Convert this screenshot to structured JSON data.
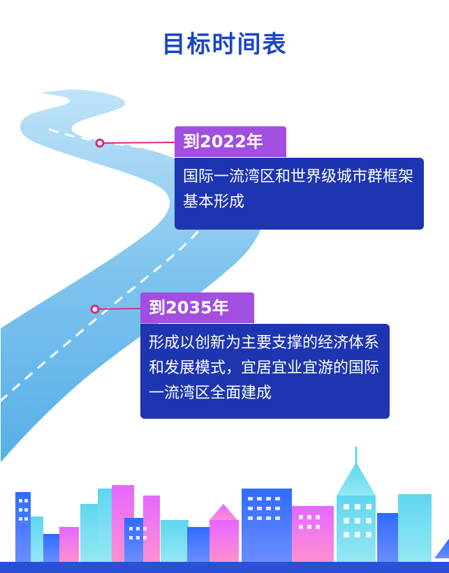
{
  "header": {
    "title": "目标时间表"
  },
  "milestones": [
    {
      "year_label": "到2022年",
      "description": "国际一流湾区和世界级城市群框架基本形成"
    },
    {
      "year_label": "到2035年",
      "description": "形成以创新为主要支撑的经济体系和发展模式，宜居宜业宜游的国际一流湾区全面建成"
    }
  ],
  "colors": {
    "title": "#1a45c4",
    "year_tag": "#a24ee0",
    "description_box": "#1d35b0",
    "road": "#7ec3ee",
    "marker": "#e0267a"
  }
}
